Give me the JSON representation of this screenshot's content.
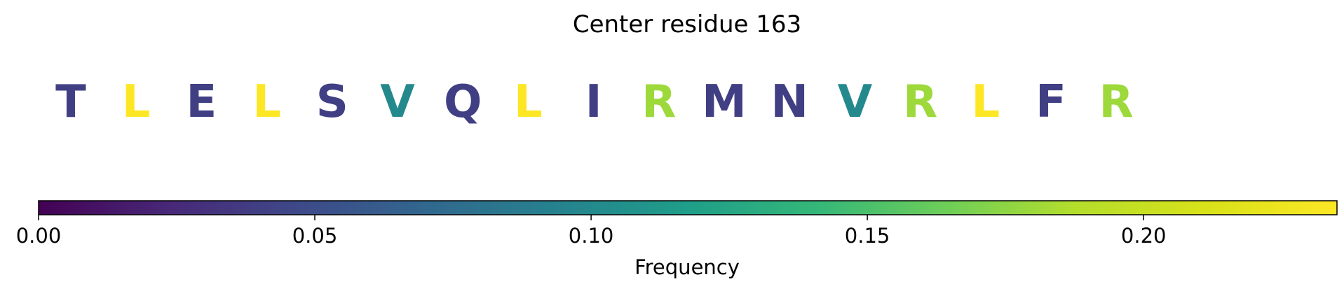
{
  "chart_data": {
    "type": "heatmap",
    "title": "Center residue 163",
    "residues": [
      {
        "letter": "T",
        "frequency": 0.04
      },
      {
        "letter": "L",
        "frequency": 0.235
      },
      {
        "letter": "E",
        "frequency": 0.04
      },
      {
        "letter": "L",
        "frequency": 0.235
      },
      {
        "letter": "S",
        "frequency": 0.04
      },
      {
        "letter": "V",
        "frequency": 0.1
      },
      {
        "letter": "Q",
        "frequency": 0.04
      },
      {
        "letter": "L",
        "frequency": 0.235
      },
      {
        "letter": "I",
        "frequency": 0.04
      },
      {
        "letter": "R",
        "frequency": 0.18
      },
      {
        "letter": "M",
        "frequency": 0.04
      },
      {
        "letter": "N",
        "frequency": 0.04
      },
      {
        "letter": "V",
        "frequency": 0.1
      },
      {
        "letter": "R",
        "frequency": 0.18
      },
      {
        "letter": "L",
        "frequency": 0.235
      },
      {
        "letter": "F",
        "frequency": 0.04
      },
      {
        "letter": "R",
        "frequency": 0.18
      }
    ],
    "colorbar": {
      "label": "Frequency",
      "range": [
        0,
        0.235
      ],
      "colormap": "viridis",
      "ticks": [
        0.0,
        0.05,
        0.1,
        0.15,
        0.2
      ],
      "tick_labels": [
        "0.00",
        "0.05",
        "0.10",
        "0.15",
        "0.20"
      ]
    }
  }
}
